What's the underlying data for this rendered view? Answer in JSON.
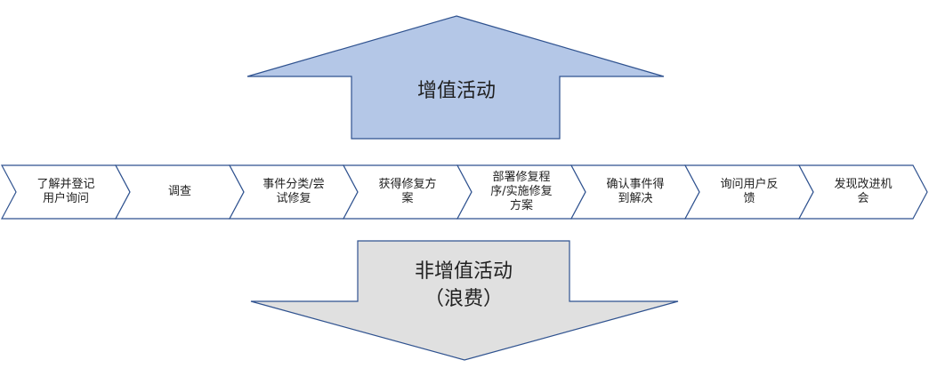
{
  "value_added": {
    "label": "增值活动"
  },
  "non_value_added": {
    "line1": "非增值活动",
    "line2": "（浪费）"
  },
  "process_steps": [
    {
      "id": "understand-register",
      "lines": [
        "了解并登记",
        "用户询问"
      ]
    },
    {
      "id": "investigate",
      "lines": [
        "调查"
      ]
    },
    {
      "id": "classify-try-fix",
      "lines": [
        "事件分类/尝",
        "试修复"
      ]
    },
    {
      "id": "get-fix-plan",
      "lines": [
        "获得修复方",
        "案"
      ]
    },
    {
      "id": "deploy-implement",
      "lines": [
        "部署修复程",
        "序/实施修复",
        "方案"
      ]
    },
    {
      "id": "confirm-resolved",
      "lines": [
        "确认事件得",
        "到解决"
      ]
    },
    {
      "id": "ask-feedback",
      "lines": [
        "询问用户反",
        "馈"
      ]
    },
    {
      "id": "find-improvement",
      "lines": [
        "发现改进机",
        "会"
      ]
    }
  ],
  "colors": {
    "up_fill": "#b4c7e7",
    "up_stroke": "#2f528f",
    "down_fill": "#e0e0e0",
    "down_stroke": "#2f528f",
    "chevron_fill": "#ffffff",
    "chevron_stroke": "#2f528f"
  }
}
